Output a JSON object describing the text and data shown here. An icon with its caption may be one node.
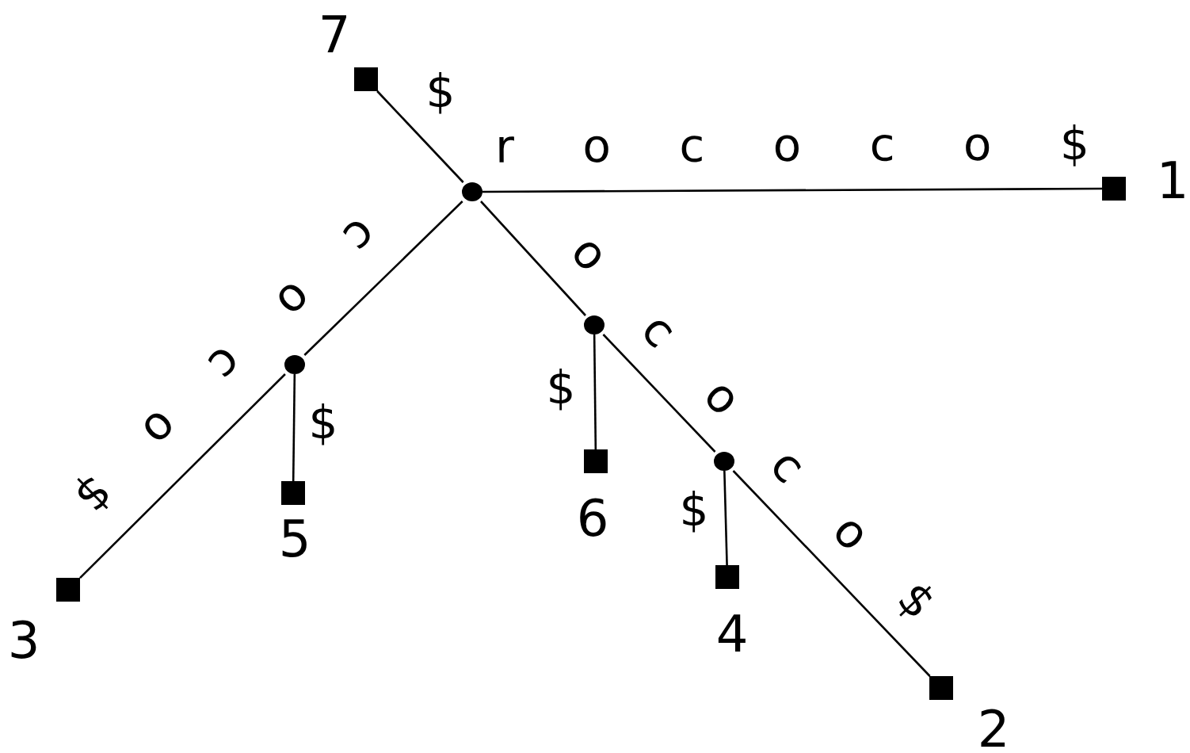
{
  "diagram": {
    "nodes": [
      {
        "text": [],
        "shape": "box",
        "beside": [
          "7"
        ]
      },
      {
        "text": [],
        "shape": "circle"
      },
      {
        "text": [],
        "shape": "box",
        "beside": [
          "1"
        ]
      },
      {
        "text": [],
        "shape": "circle"
      },
      {
        "text": [],
        "shape": "circle"
      },
      {
        "text": [],
        "shape": "box",
        "beside": [
          "6"
        ]
      },
      {
        "text": [],
        "shape": "circle"
      },
      {
        "text": [],
        "shape": "box",
        "beside": [
          "5"
        ]
      },
      {
        "text": [],
        "shape": "box",
        "beside": [
          "4"
        ]
      },
      {
        "text": [],
        "shape": "box",
        "beside": [
          "3"
        ]
      },
      {
        "text": [],
        "shape": "box",
        "beside": [
          "2"
        ]
      }
    ],
    "edges": [
      {
        "from": 1,
        "to": 0,
        "arrow": "none",
        "label": "$"
      },
      {
        "from": 1,
        "to": 2,
        "arrow": "none",
        "label": "r o c o c o $"
      },
      {
        "from": 1,
        "to": 4,
        "arrow": "none",
        "label": "c o"
      },
      {
        "from": 4,
        "to": 9,
        "arrow": "none",
        "label": "c o $"
      },
      {
        "from": 4,
        "to": 7,
        "arrow": "none",
        "label": "$"
      },
      {
        "from": 1,
        "to": 3,
        "arrow": "none",
        "label": "o"
      },
      {
        "from": 3,
        "to": 5,
        "arrow": "none",
        "label": "$"
      },
      {
        "from": 3,
        "to": 6,
        "arrow": "none",
        "label": "c o"
      },
      {
        "from": 6,
        "to": 8,
        "arrow": "none",
        "label": "$"
      },
      {
        "from": 6,
        "to": 10,
        "arrow": "none",
        "label": "c o $"
      }
    ]
  }
}
